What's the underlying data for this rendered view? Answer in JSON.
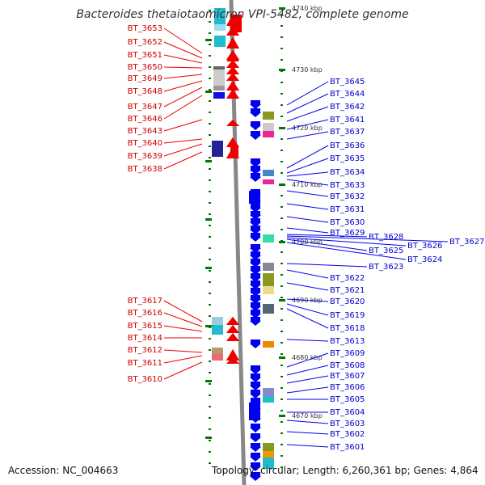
{
  "title": "Bacteroides thetaiotaomicron VPI-5482, complete genome",
  "accession": "Accession: NC_004663",
  "summary": "Topology: circular; Length: 6,260,361 bp; Genes: 4,864",
  "colors": {
    "reverse_strand": "#ee0000",
    "forward_strand": "#0000ee",
    "ruler": "#007700",
    "backbone": "#888888"
  },
  "kbp_markers": [
    "4740 kbp",
    "4730 kbp",
    "4720 kbp",
    "4710 kbp",
    "4700 kbp",
    "4690 kbp",
    "4680 kbp",
    "4670 kbp"
  ],
  "left_genes": [
    "BT_3653",
    "BT_3652",
    "BT_3651",
    "BT_3650",
    "BT_3649",
    "BT_3648",
    "BT_3647",
    "BT_3646",
    "BT_3643",
    "BT_3640",
    "BT_3639",
    "BT_3638",
    "BT_3617",
    "BT_3616",
    "BT_3615",
    "BT_3614",
    "BT_3612",
    "BT_3611",
    "BT_3610"
  ],
  "right_genes": [
    "BT_3645",
    "BT_3644",
    "BT_3642",
    "BT_3641",
    "BT_3637",
    "BT_3636",
    "BT_3635",
    "BT_3634",
    "BT_3633",
    "BT_3632",
    "BT_3631",
    "BT_3630",
    "BT_3629",
    "BT_3628",
    "BT_3627",
    "BT_3626",
    "BT_3625",
    "BT_3624",
    "BT_3623",
    "BT_3622",
    "BT_3621",
    "BT_3620",
    "BT_3619",
    "BT_3618",
    "BT_3613",
    "BT_3609",
    "BT_3608",
    "BT_3607",
    "BT_3606",
    "BT_3605",
    "BT_3604",
    "BT_3603",
    "BT_3602",
    "BT_3601"
  ]
}
